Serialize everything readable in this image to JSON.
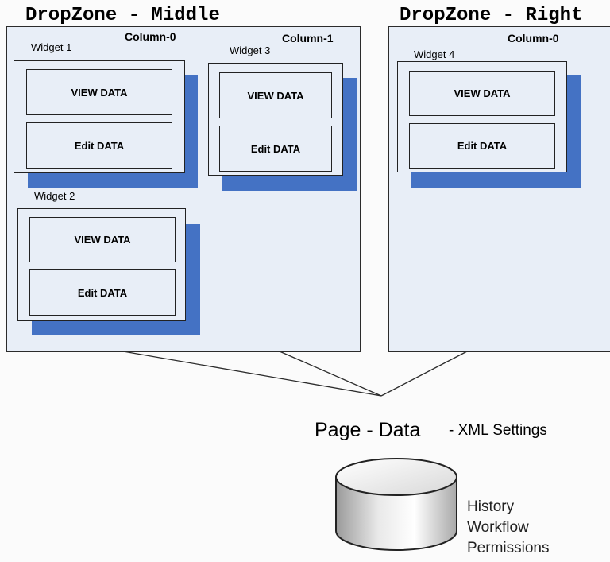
{
  "dropzones": {
    "middle": {
      "title": "DropZone - Middle",
      "columns": [
        {
          "label": "Column-0",
          "widgets": [
            {
              "label": "Widget 1",
              "view": "VIEW DATA",
              "edit": "Edit DATA"
            },
            {
              "label": "Widget 2",
              "view": "VIEW DATA",
              "edit": "Edit DATA"
            }
          ]
        },
        {
          "label": "Column-1",
          "widgets": [
            {
              "label": "Widget 3",
              "view": "VIEW DATA",
              "edit": "Edit DATA"
            }
          ]
        }
      ]
    },
    "right": {
      "title": "DropZone - Right",
      "columns": [
        {
          "label": "Column-0",
          "widgets": [
            {
              "label": "Widget 4",
              "view": "VIEW DATA",
              "edit": "Edit DATA"
            }
          ]
        }
      ]
    }
  },
  "page_data": {
    "title": "Page - Data",
    "subtitle": "- XML Settings",
    "storage_items": [
      "History",
      "Workflow",
      "Permissions"
    ]
  },
  "colors": {
    "zone_fill": "#e8eef7",
    "shadow": "#4472c4",
    "border": "#2b2b2b"
  },
  "icons": {
    "storage": "database-cylinder-icon"
  }
}
